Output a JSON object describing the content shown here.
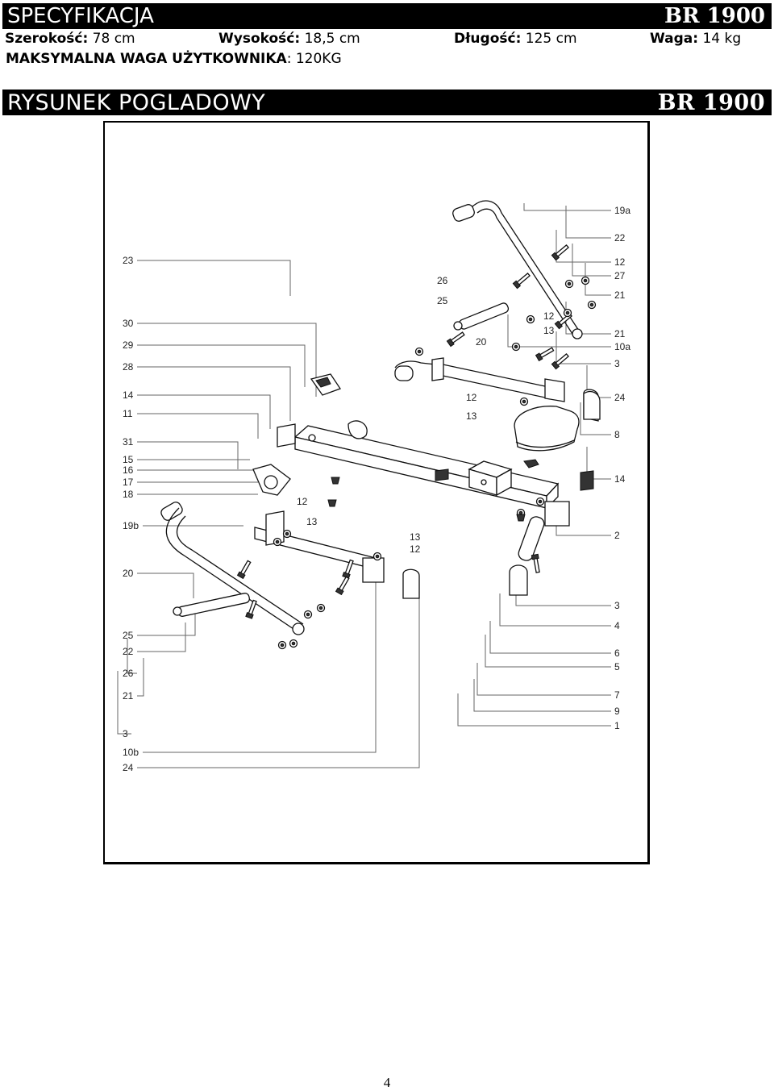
{
  "spec_header": {
    "title": "SPECYFIKACJA",
    "model": "BR 1900"
  },
  "specs": {
    "width_label": "Szerokość:",
    "width_value": "78 cm",
    "height_label": "Wysokość:",
    "height_value": "18,5 cm",
    "length_label": "Długość:",
    "length_value": "125 cm",
    "weight_label": "Waga:",
    "weight_value": "14 kg",
    "max_label": "MAKSYMALNA WAGA UŻYTKOWNIKA",
    "max_value": ": 120KG"
  },
  "drawing_header": {
    "title": "RYSUNEK POGLADOWY",
    "model": "BR 1900"
  },
  "diagram": {
    "left_labels": [
      "23",
      "30",
      "29",
      "28",
      "14",
      "11",
      "31",
      "15",
      "16",
      "17",
      "18",
      "19b",
      "20",
      "25",
      "22",
      "26",
      "21",
      "3",
      "10b",
      "24"
    ],
    "right_labels": [
      "19a",
      "22",
      "12",
      "27",
      "21",
      "21",
      "10a",
      "3",
      "24",
      "8",
      "14",
      "2",
      "3",
      "4",
      "6",
      "5",
      "7",
      "9",
      "1"
    ],
    "inner_labels": [
      "26",
      "25",
      "12",
      "13",
      "20",
      "12",
      "13",
      "12",
      "13",
      "13",
      "12"
    ]
  },
  "page_number": "4"
}
